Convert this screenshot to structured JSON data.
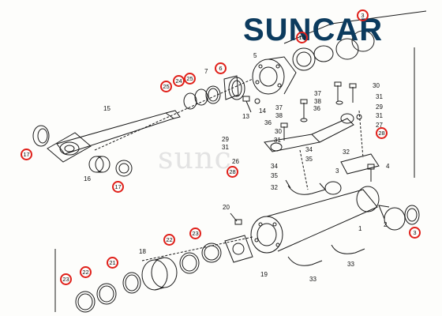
{
  "brand": {
    "logo_text": "SUNCAR",
    "logo_color": "#0c3b5e",
    "watermark_text": "sunc"
  },
  "highlight_color": "#e0201a",
  "callouts": {
    "c1": "1",
    "c2": "2",
    "c3": "3",
    "c3b": "3",
    "c4": "4",
    "c5": "5",
    "c6": "6",
    "c7": "7",
    "c10": "10",
    "c13": "13",
    "c14": "14",
    "c15": "15",
    "c16": "16",
    "c17a": "17",
    "c17b": "17",
    "c18": "18",
    "c19": "19",
    "c20": "20",
    "c21": "21",
    "c22a": "22",
    "c22b": "22",
    "c23a": "23",
    "c23b": "23",
    "c24": "24",
    "c25a": "25",
    "c25b": "25",
    "c26": "26",
    "c27": "27",
    "c28a": "28",
    "c28b": "28",
    "c29a": "29",
    "c29b": "29",
    "c30a": "30",
    "c30b": "30",
    "c31a": "31",
    "c31b": "31",
    "c31c": "31",
    "c32a": "32",
    "c32b": "32",
    "c33a": "33",
    "c33b": "33",
    "c34a": "34",
    "c34b": "34",
    "c35a": "35",
    "c35b": "35",
    "c36a": "36",
    "c36b": "36",
    "c37a": "37",
    "c37b": "37",
    "c38a": "38",
    "c38b": "38"
  }
}
